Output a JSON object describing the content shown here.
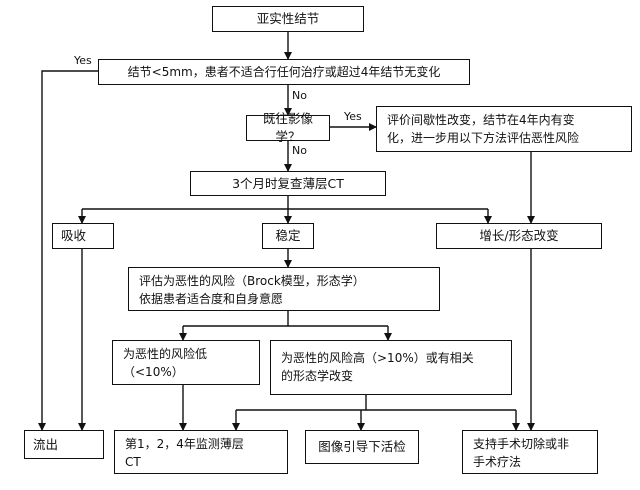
{
  "nodes": {
    "start": "亚实性结节",
    "q_size": "结节<5mm，患者不适合行任何治疗或超过4年结节无变化",
    "q_imaging": "既往影像学？",
    "eval_change": [
      "评价间歇性改变，结节在4年内有变",
      "化，进一步用以下方法评估恶性风险"
    ],
    "ct_3m": "3个月时复查薄层CT",
    "absorb": "吸收",
    "stable": "稳定",
    "grow": "增长/形态改变",
    "assess": [
      "评估为恶性的风险（Brock模型，形态学）",
      "依据患者适合度和自身意愿"
    ],
    "low_risk": [
      "为恶性的风险低",
      "（<10%）"
    ],
    "high_risk": [
      "为恶性的风险高（>10%）或有相关",
      "的形态学改变"
    ],
    "discharge": "流出",
    "monitor": [
      "第1，2，4年监测薄层",
      "CT"
    ],
    "biopsy": "图像引导下活检",
    "surgery": [
      "支持手术切除或非",
      "手术疗法"
    ]
  },
  "edge_labels": {
    "yes_left": "Yes",
    "no_1": "No",
    "yes_right": "Yes",
    "no_2": "No"
  }
}
